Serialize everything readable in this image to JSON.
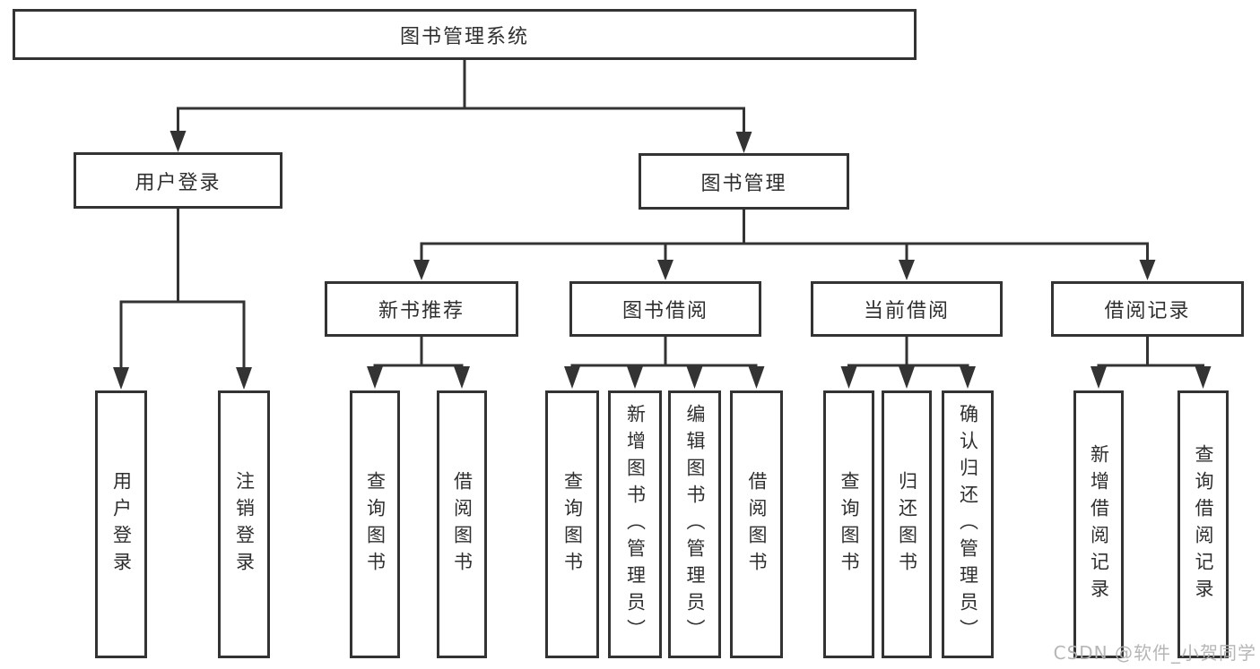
{
  "diagram": {
    "type": "hierarchy-tree",
    "tree": {
      "root": {
        "label": "图书管理系统"
      },
      "children": [
        {
          "label": "用户登录",
          "children": [
            {
              "label": "用户登录"
            },
            {
              "label": "注销登录"
            }
          ]
        },
        {
          "label": "图书管理",
          "children": [
            {
              "label": "新书推荐",
              "children": [
                {
                  "label": "查询图书"
                },
                {
                  "label": "借阅图书"
                }
              ]
            },
            {
              "label": "图书借阅",
              "children": [
                {
                  "label": "查询图书"
                },
                {
                  "label": "新增图书（管理员）"
                },
                {
                  "label": "编辑图书（管理员）"
                },
                {
                  "label": "借阅图书"
                }
              ]
            },
            {
              "label": "当前借阅",
              "children": [
                {
                  "label": "查询图书"
                },
                {
                  "label": "归还图书"
                },
                {
                  "label": "确认归还（管理员）"
                }
              ]
            },
            {
              "label": "借阅记录",
              "children": [
                {
                  "label": "新增借阅记录"
                },
                {
                  "label": "查询借阅记录"
                }
              ]
            }
          ]
        }
      ]
    },
    "colors": {
      "line": "#333333",
      "border": "#333333",
      "text": "#2f2f2f",
      "background": "#ffffff",
      "watermark": "#b2b2b2"
    }
  },
  "watermark": "CSDN @软件_小贺同学"
}
